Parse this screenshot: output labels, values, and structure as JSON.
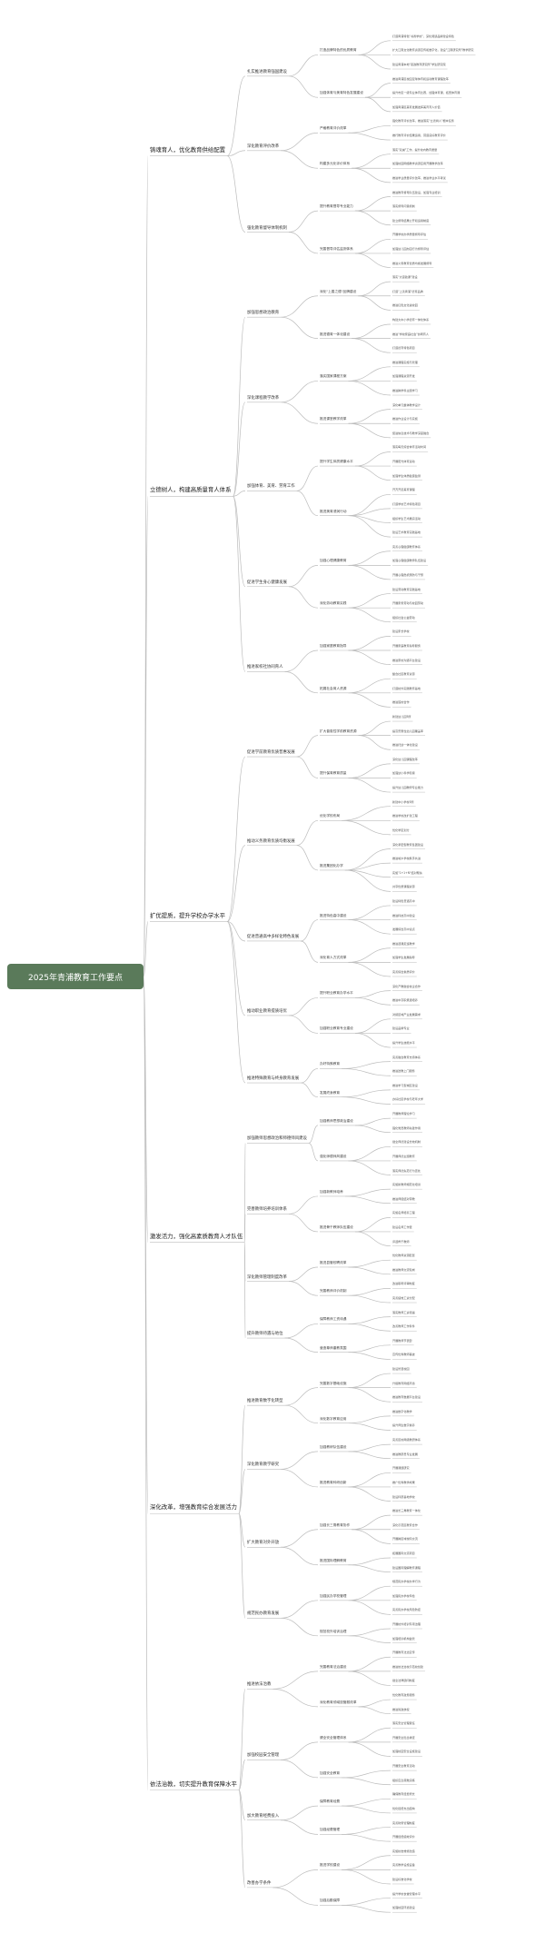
{
  "colors": {
    "root_bg": "#5a7a5a",
    "line": "#bcbcbc"
  },
  "root": "2025年青浦教育工作要点",
  "sections": [
    {
      "label": "铸魂育人，优化教育供给配置",
      "children": [
        {
          "label": "扎实推进教育强国建设",
          "children": [
            {
              "label": "打造品牌特色的优质教育",
              "children": [
                {
                  "label": "打造青浦特色\"书香学校\"，深化阅读品牌建设特色"
                },
                {
                  "label": "扩大江南文化教育资源宣传和数字化，建设\"江南研究所\"教学研究"
                },
                {
                  "label": "建设青浦本地\"思政教育研究所\"学生研究院"
                }
              ]
            },
            {
              "label": "加强体育与美育特色发展建设",
              "children": [
                {
                  "label": "推进青浦区校园足球体育和运动教育课程改革"
                },
                {
                  "label": "提升市区一级专业体育比赛，加强体育课，拓宽体育课"
                },
                {
                  "label": "加强青浦区美育发展发挥美育育人价值"
                }
              ]
            }
          ]
        },
        {
          "label": "深化教育评价改革",
          "children": [
            {
              "label": "严格教育评价改革",
              "children": [
                {
                  "label": "强化教育评价改革，推进落实\"立德树人\"根本任务"
                },
                {
                  "label": "推行教育评价结果运用，营造良好教育评价"
                }
              ]
            },
            {
              "label": "构建多元化评价体系",
              "children": [
                {
                  "label": "落实\"双减\"工作，提升校内教育质量"
                },
                {
                  "label": "加强校园网络教学资源应用开展教学改革"
                },
                {
                  "label": "推进学业质量评价改革，推进学业水平考试"
                }
              ]
            }
          ]
        },
        {
          "label": "强化教育督导体制机制",
          "children": [
            {
              "label": "提升教育督导专业能力",
              "children": [
                {
                  "label": "推进教育督导队伍建设，加强专业培训"
                },
                {
                  "label": "落实督导问责机制"
                },
                {
                  "label": "建立督导结果公开和运用制度"
                }
              ]
            },
            {
              "label": "完善督导评估监测体系",
              "children": [
                {
                  "label": "开展学校办学质量督导评估"
                },
                {
                  "label": "加强幼儿园办园行为督导评估"
                },
                {
                  "label": "推进义务教育优质均衡发展督导"
                }
              ]
            }
          ]
        }
      ]
    },
    {
      "label": "立德树人，构建高质量育人体系",
      "children": [
        {
          "label": "加强思想政治教育",
          "children": [
            {
              "label": "深化\"上善之德\"品牌建设",
              "children": [
                {
                  "label": "落实\"大思政课\"建设"
                },
                {
                  "label": "打造\"上善青浦\"德育品牌"
                },
                {
                  "label": "推进红色文化进校园"
                }
              ]
            },
            {
              "label": "推进德育一体化建设",
              "children": [
                {
                  "label": "构建大中小学德育一体化体系"
                },
                {
                  "label": "推进\"学校家庭社会\"协同育人"
                },
                {
                  "label": "打造德育特色项目"
                }
              ]
            }
          ]
        },
        {
          "label": "深化课程教学改革",
          "children": [
            {
              "label": "落实国家课程方案",
              "children": [
                {
                  "label": "推进课程实施与管理"
                },
                {
                  "label": "加强课程资源开发"
                },
                {
                  "label": "推进跨学科主题学习"
                }
              ]
            },
            {
              "label": "推进课堂教学改革",
              "children": [
                {
                  "label": "深化单元整体教学设计"
                },
                {
                  "label": "推进作业设计与实施"
                },
                {
                  "label": "促进信息技术与教学深度融合"
                }
              ]
            }
          ]
        },
        {
          "label": "加强体育、美育、劳育工作",
          "children": [
            {
              "label": "提升学生体质健康水平",
              "children": [
                {
                  "label": "落实每天综合体育活动时间"
                },
                {
                  "label": "开展阳光体育运动"
                },
                {
                  "label": "加强学生体质健康监测"
                }
              ]
            },
            {
              "label": "推进美育浸润行动",
              "children": [
                {
                  "label": "开齐开足美育课程"
                },
                {
                  "label": "打造学校艺术特色项目"
                },
                {
                  "label": "组织学生艺术展演活动"
                },
                {
                  "label": "建设艺术教育实践基地"
                }
              ]
            }
          ]
        },
        {
          "label": "促进学生身心健康发展",
          "children": [
            {
              "label": "加强心理健康教育",
              "children": [
                {
                  "label": "完善心理健康教育体系"
                },
                {
                  "label": "加强心理健康教师队伍建设"
                },
                {
                  "label": "开展心理危机预防与干预"
                }
              ]
            },
            {
              "label": "深化劳动教育实践",
              "children": [
                {
                  "label": "建设劳动教育实践基地"
                },
                {
                  "label": "开展家务劳动与校园劳动"
                },
                {
                  "label": "组织社会公益劳动"
                }
              ]
            }
          ]
        },
        {
          "label": "推进家校社协同育人",
          "children": [
            {
              "label": "加强家庭教育指导",
              "children": [
                {
                  "label": "建设家长学校"
                },
                {
                  "label": "开展家庭教育指导服务"
                },
                {
                  "label": "推进家校沟通平台建设"
                }
              ]
            },
            {
              "label": "拓展社会育人资源",
              "children": [
                {
                  "label": "整合社区教育资源"
                },
                {
                  "label": "打造校外实践教育基地"
                },
                {
                  "label": "推进馆校合作"
                }
              ]
            }
          ]
        }
      ]
    },
    {
      "label": "扩优提质，提升学校办学水平",
      "children": [
        {
          "label": "促进学前教育优质普惠发展",
          "children": [
            {
              "label": "扩大普惠性学前教育资源",
              "children": [
                {
                  "label": "新建幼儿园5所"
                },
                {
                  "label": "提高普惠性幼儿园覆盖率"
                },
                {
                  "label": "推进托幼一体化建设"
                }
              ]
            },
            {
              "label": "提升保育教育质量",
              "children": [
                {
                  "label": "深化幼儿园课程改革"
                },
                {
                  "label": "加强幼小科学衔接"
                },
                {
                  "label": "提升幼儿园教师专业能力"
                }
              ]
            }
          ]
        },
        {
          "label": "推动义务教育优质均衡发展",
          "children": [
            {
              "label": "优化学校布局",
              "children": [
                {
                  "label": "新建中小学校3所"
                },
                {
                  "label": "推进学校改扩建工程"
                },
                {
                  "label": "优化学区划分"
                }
              ]
            },
            {
              "label": "推进集团化办学",
              "children": [
                {
                  "label": "深化紧密型教育集团建设"
                },
                {
                  "label": "推进城乡学校携手共进"
                },
                {
                  "label": "实施\"1+1+N\"结对帮扶"
                },
                {
                  "label": "共享优质课程资源"
                }
              ]
            }
          ]
        },
        {
          "label": "促进普通高中多样化特色发展",
          "children": [
            {
              "label": "推进特色高中建设",
              "children": [
                {
                  "label": "建设特色普通高中"
                },
                {
                  "label": "推进科技高中建设"
                },
                {
                  "label": "发展综合高中试点"
                }
              ]
            },
            {
              "label": "深化育人方式改革",
              "children": [
                {
                  "label": "推进选课走班教学"
                },
                {
                  "label": "加强学生发展指导"
                },
                {
                  "label": "完善综合素质评价"
                }
              ]
            }
          ]
        },
        {
          "label": "推动职业教育提质培优",
          "children": [
            {
              "label": "提升职业教育办学水平",
              "children": [
                {
                  "label": "深化产教融合校企合作"
                },
                {
                  "label": "推进中高职贯通培养"
                }
              ]
            },
            {
              "label": "加强职业教育专业建设",
              "children": [
                {
                  "label": "对接区域产业发展需求"
                },
                {
                  "label": "建设品牌专业"
                },
                {
                  "label": "提升学生技能水平"
                }
              ]
            }
          ]
        },
        {
          "label": "推进特殊教育与终身教育发展",
          "children": [
            {
              "label": "办好特殊教育",
              "children": [
                {
                  "label": "完善融合教育支持体系"
                },
                {
                  "label": "推进送教上门服务"
                }
              ]
            },
            {
              "label": "发展终身教育",
              "children": [
                {
                  "label": "推进学习型城区建设"
                },
                {
                  "label": "办好社区学校与老年大学"
                }
              ]
            }
          ]
        }
      ]
    },
    {
      "label": "激发活力，强化高素质教育人才队伍",
      "children": [
        {
          "label": "加强教师思想政治和师德师风建设",
          "children": [
            {
              "label": "加强教师思想政治建设",
              "children": [
                {
                  "label": "开展教师理论学习"
                },
                {
                  "label": "强化党员教师先锋作用"
                }
              ]
            },
            {
              "label": "强化师德师风建设",
              "children": [
                {
                  "label": "健全师德建设长效机制"
                },
                {
                  "label": "开展师德主题教育"
                },
                {
                  "label": "落实师德失范行为查处"
                }
              ]
            }
          ]
        },
        {
          "label": "完善教师培养培训体系",
          "children": [
            {
              "label": "加强新教师培养",
              "children": [
                {
                  "label": "实施新教师规范化培训"
                },
                {
                  "label": "推进师徒结对带教"
                }
              ]
            },
            {
              "label": "推进骨干教师队伍建设",
              "children": [
                {
                  "label": "实施名师培养工程"
                },
                {
                  "label": "建设名师工作室"
                },
                {
                  "label": "评选骨干教师"
                }
              ]
            }
          ]
        },
        {
          "label": "深化教师管理制度改革",
          "children": [
            {
              "label": "推进县管校聘改革",
              "children": [
                {
                  "label": "优化教师资源配置"
                },
                {
                  "label": "推进教师交流轮岗"
                }
              ]
            },
            {
              "label": "完善教师评价机制",
              "children": [
                {
                  "label": "改进职称评审制度"
                },
                {
                  "label": "完善绩效工资分配"
                }
              ]
            }
          ]
        },
        {
          "label": "提升教师待遇与地位",
          "children": [
            {
              "label": "保障教师工资待遇",
              "children": [
                {
                  "label": "落实教师工资待遇"
                },
                {
                  "label": "改善教师工作条件"
                }
              ]
            },
            {
              "label": "营造尊师重教氛围",
              "children": [
                {
                  "label": "开展教师节表彰"
                },
                {
                  "label": "宣传优秀教师事迹"
                }
              ]
            }
          ]
        }
      ]
    },
    {
      "label": "深化改革，增强教育综合发展活力",
      "children": [
        {
          "label": "推进教育数字化转型",
          "children": [
            {
              "label": "完善数字基础设施",
              "children": [
                {
                  "label": "建设智慧校园"
                },
                {
                  "label": "升级教育网络环境"
                },
                {
                  "label": "推进教育数据平台建设"
                }
              ]
            },
            {
              "label": "深化数字教育应用",
              "children": [
                {
                  "label": "推进数字化教学"
                },
                {
                  "label": "提升师生数字素养"
                }
              ]
            }
          ]
        },
        {
          "label": "深化教育教学研究",
          "children": [
            {
              "label": "加强教研队伍建设",
              "children": [
                {
                  "label": "完善区校两级教研体系"
                },
                {
                  "label": "推进教研员专业发展"
                }
              ]
            },
            {
              "label": "推进教育科研创新",
              "children": [
                {
                  "label": "开展课题研究"
                },
                {
                  "label": "推广优秀教学成果"
                },
                {
                  "label": "建设科研基地学校"
                }
              ]
            }
          ]
        },
        {
          "label": "扩大教育对外开放",
          "children": [
            {
              "label": "加强长三角教育协作",
              "children": [
                {
                  "label": "推进长三角教育一体化"
                },
                {
                  "label": "深化示范区教育合作"
                },
                {
                  "label": "开展跨区域校际交流"
                }
              ]
            },
            {
              "label": "推进国际理解教育",
              "children": [
                {
                  "label": "拓展国际交流项目"
                },
                {
                  "label": "建设国际理解教育课程"
                }
              ]
            }
          ]
        },
        {
          "label": "规范民办教育发展",
          "children": [
            {
              "label": "加强民办学校管理",
              "children": [
                {
                  "label": "规范民办学校办学行为"
                },
                {
                  "label": "加强民办学校年检"
                },
                {
                  "label": "完善民办学校风险防控"
                }
              ]
            },
            {
              "label": "规范校外培训治理",
              "children": [
                {
                  "label": "开展校外培训专项治理"
                },
                {
                  "label": "加强培训机构监管"
                }
              ]
            }
          ]
        }
      ]
    },
    {
      "label": "依法治教，切实提升教育保障水平",
      "children": [
        {
          "label": "推进依法治教",
          "children": [
            {
              "label": "完善教育法治建设",
              "children": [
                {
                  "label": "开展教育法治宣传"
                },
                {
                  "label": "推进依法治校示范校创建"
                },
                {
                  "label": "健全法律顾问制度"
                }
              ]
            },
            {
              "label": "深化教育领域放管服改革",
              "children": [
                {
                  "label": "优化教育政务服务"
                },
                {
                  "label": "推进简政放权"
                }
              ]
            }
          ]
        },
        {
          "label": "加强校园安全管理",
          "children": [
            {
              "label": "健全安全管理体系",
              "children": [
                {
                  "label": "落实安全管理责任"
                },
                {
                  "label": "开展安全隐患排查"
                },
                {
                  "label": "加强校园安全设施建设"
                }
              ]
            },
            {
              "label": "加强安全教育",
              "children": [
                {
                  "label": "开展安全教育活动"
                },
                {
                  "label": "组织应急疏散演练"
                }
              ]
            }
          ]
        },
        {
          "label": "加大教育经费投入",
          "children": [
            {
              "label": "保障教育经费",
              "children": [
                {
                  "label": "确保教育经费增长"
                },
                {
                  "label": "优化经费支出结构"
                }
              ]
            },
            {
              "label": "加强经费管理",
              "children": [
                {
                  "label": "完善财务管理制度"
                },
                {
                  "label": "开展经费绩效评价"
                }
              ]
            }
          ]
        },
        {
          "label": "改善办学条件",
          "children": [
            {
              "label": "推进学校建设",
              "children": [
                {
                  "label": "实施校舍维修改造"
                },
                {
                  "label": "完善教学设施设备"
                },
                {
                  "label": "建设标准化学校"
                }
              ]
            },
            {
              "label": "加强后勤保障",
              "children": [
                {
                  "label": "提升学校食堂管理水平"
                },
                {
                  "label": "加强校园环境建设"
                }
              ]
            }
          ]
        }
      ]
    }
  ]
}
